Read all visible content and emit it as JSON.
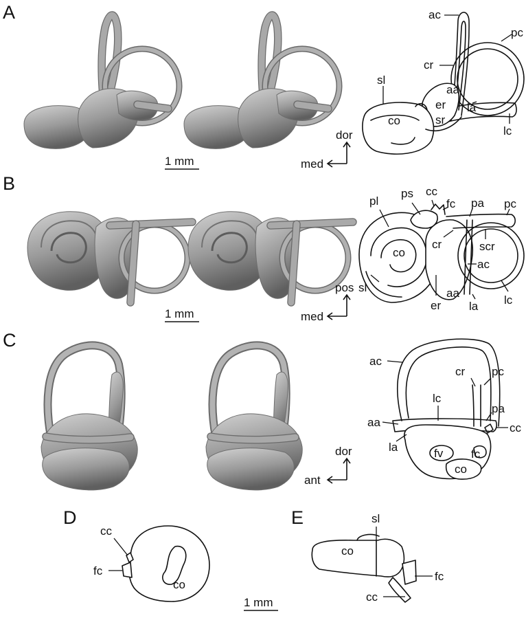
{
  "panels": {
    "a": {
      "letter": "A",
      "labels": {
        "ac": "ac",
        "pc": "pc",
        "cr": "cr",
        "sl": "sl",
        "aa": "aa",
        "er": "er",
        "la": "la",
        "co": "co",
        "sr": "sr",
        "lc": "lc"
      },
      "axes": {
        "vertical": "dor",
        "horizontal": "med"
      },
      "scale": "1 mm"
    },
    "b": {
      "letter": "B",
      "labels": {
        "pl": "pl",
        "ps": "ps",
        "cc": "cc",
        "fc": "fc",
        "pa": "pa",
        "pc": "pc",
        "co": "co",
        "cr": "cr",
        "scr": "scr",
        "ac": "ac",
        "sl": "sl",
        "aa": "aa",
        "er": "er",
        "la": "la",
        "lc": "lc"
      },
      "axes": {
        "vertical": "pos",
        "horizontal": "med"
      },
      "scale": "1 mm"
    },
    "c": {
      "letter": "C",
      "labels": {
        "ac": "ac",
        "cr": "cr",
        "pc": "pc",
        "lc": "lc",
        "pa": "pa",
        "aa": "aa",
        "cc": "cc",
        "la": "la",
        "fv": "fv",
        "fc": "fc",
        "co": "co"
      },
      "axes": {
        "vertical": "dor",
        "horizontal": "ant"
      }
    },
    "d": {
      "letter": "D",
      "labels": {
        "cc": "cc",
        "fc": "fc",
        "co": "co"
      }
    },
    "e": {
      "letter": "E",
      "labels": {
        "sl": "sl",
        "co": "co",
        "fc": "fc",
        "cc": "cc"
      },
      "scale": "1 mm"
    }
  }
}
